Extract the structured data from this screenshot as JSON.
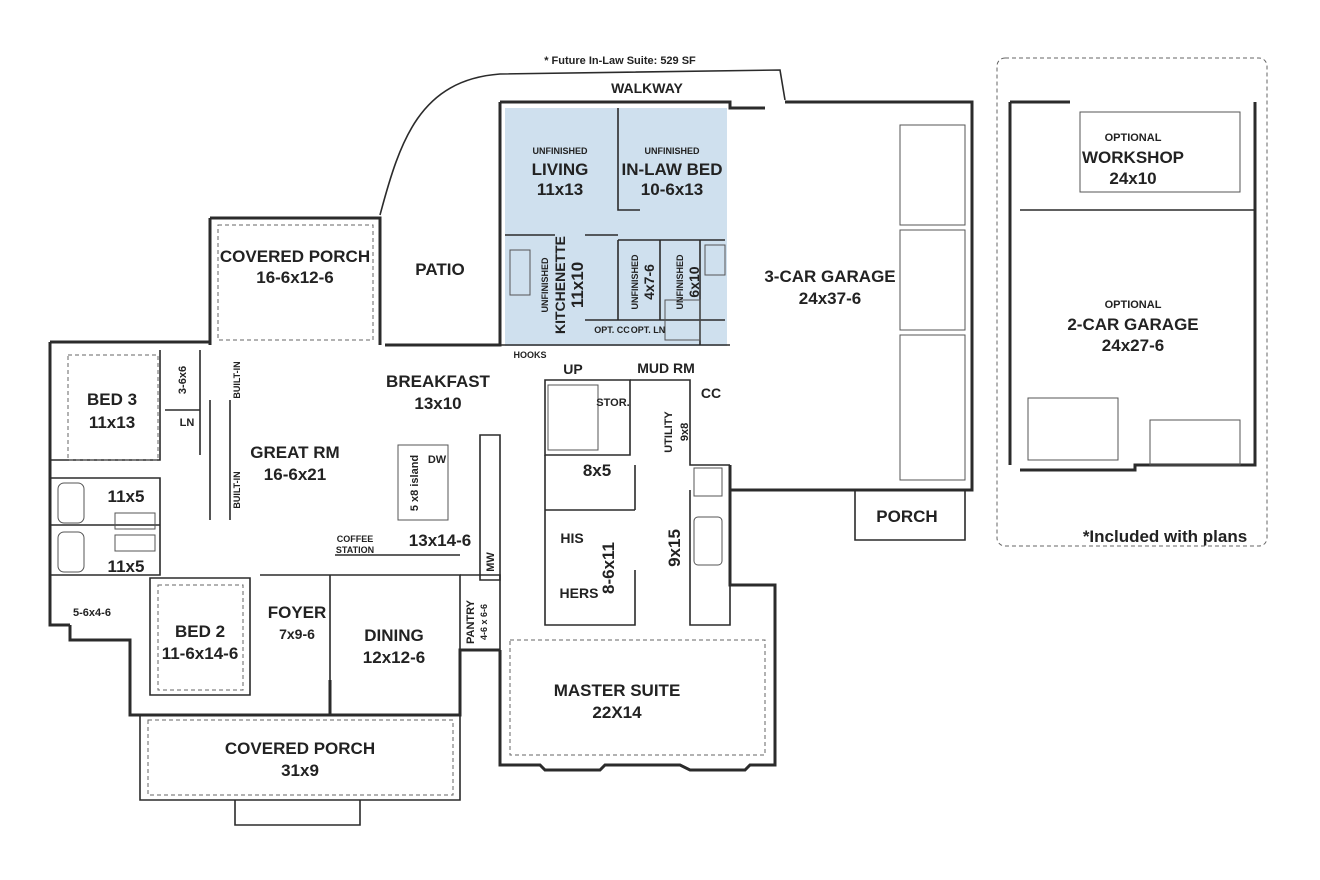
{
  "colors": {
    "wall": "#2b2b2b",
    "inlaw_fill": "#cfe0ee",
    "fixture": "#555555",
    "text": "#222222"
  },
  "header": {
    "inlaw_note": "* Future In-Law Suite: 529 SF",
    "walkway": "WALKWAY"
  },
  "rooms": {
    "covered_porch_rear": {
      "name": "COVERED PORCH",
      "size": "16-6x12-6"
    },
    "patio": {
      "name": "PATIO"
    },
    "living": {
      "note": "UNFINISHED",
      "name": "LIVING",
      "size": "11x13"
    },
    "inlaw_bed": {
      "note": "UNFINISHED",
      "name": "IN-LAW BED",
      "size": "10-6x13"
    },
    "kitchenette": {
      "note": "UNFINISHED",
      "name": "KITCHENETTE",
      "size": "11x10"
    },
    "closet_47": {
      "note": "UNFINISHED",
      "size": "4x7-6"
    },
    "bath_610": {
      "note": "UNFINISHED",
      "size": "6x10"
    },
    "opt_cc": "OPT. CC",
    "opt_ln": "OPT. LN",
    "garage3": {
      "name": "3-CAR GARAGE",
      "size": "24x37-6"
    },
    "workshop": {
      "note": "OPTIONAL",
      "name": "WORKSHOP",
      "size": "24x10"
    },
    "garage2": {
      "note": "OPTIONAL",
      "name": "2-CAR GARAGE",
      "size": "24x27-6"
    },
    "bed3": {
      "name": "BED 3",
      "size": "11x13"
    },
    "closet_36": "3-6x6",
    "ln": "LN",
    "built_in": "BUILT-IN",
    "great_rm": {
      "name": "GREAT RM",
      "size": "16-6x21"
    },
    "breakfast": {
      "name": "BREAKFAST",
      "size": "13x10"
    },
    "hooks": "HOOKS",
    "up": "UP",
    "stor": "STOR.",
    "mud_rm": "MUD RM",
    "cc": "CC",
    "utility": {
      "name": "UTILITY",
      "size": "9x8"
    },
    "bath1": "11x5",
    "bath2": "11x5",
    "island": "5 x8 island",
    "dw": "DW",
    "kitchen": "13x14-6",
    "coffee": {
      "line1": "COFFEE",
      "line2": "STATION"
    },
    "mw": "MW",
    "closet_85": "8x5",
    "his": "HIS",
    "hers": "HERS",
    "wic": "8-6x11",
    "master_bath": "9x15",
    "closet_564": "5-6x4-6",
    "bed2": {
      "name": "BED 2",
      "size": "11-6x14-6"
    },
    "foyer": {
      "name": "FOYER",
      "size": "7x9-6"
    },
    "dining": {
      "name": "DINING",
      "size": "12x12-6"
    },
    "pantry": {
      "name": "PANTRY",
      "size": "4-6 x 6-6"
    },
    "master": {
      "name": "MASTER SUITE",
      "size": "22X14"
    },
    "front_porch": {
      "name": "COVERED PORCH",
      "size": "31x9"
    },
    "porch": "PORCH"
  },
  "footer": {
    "included": "*Included with plans"
  }
}
